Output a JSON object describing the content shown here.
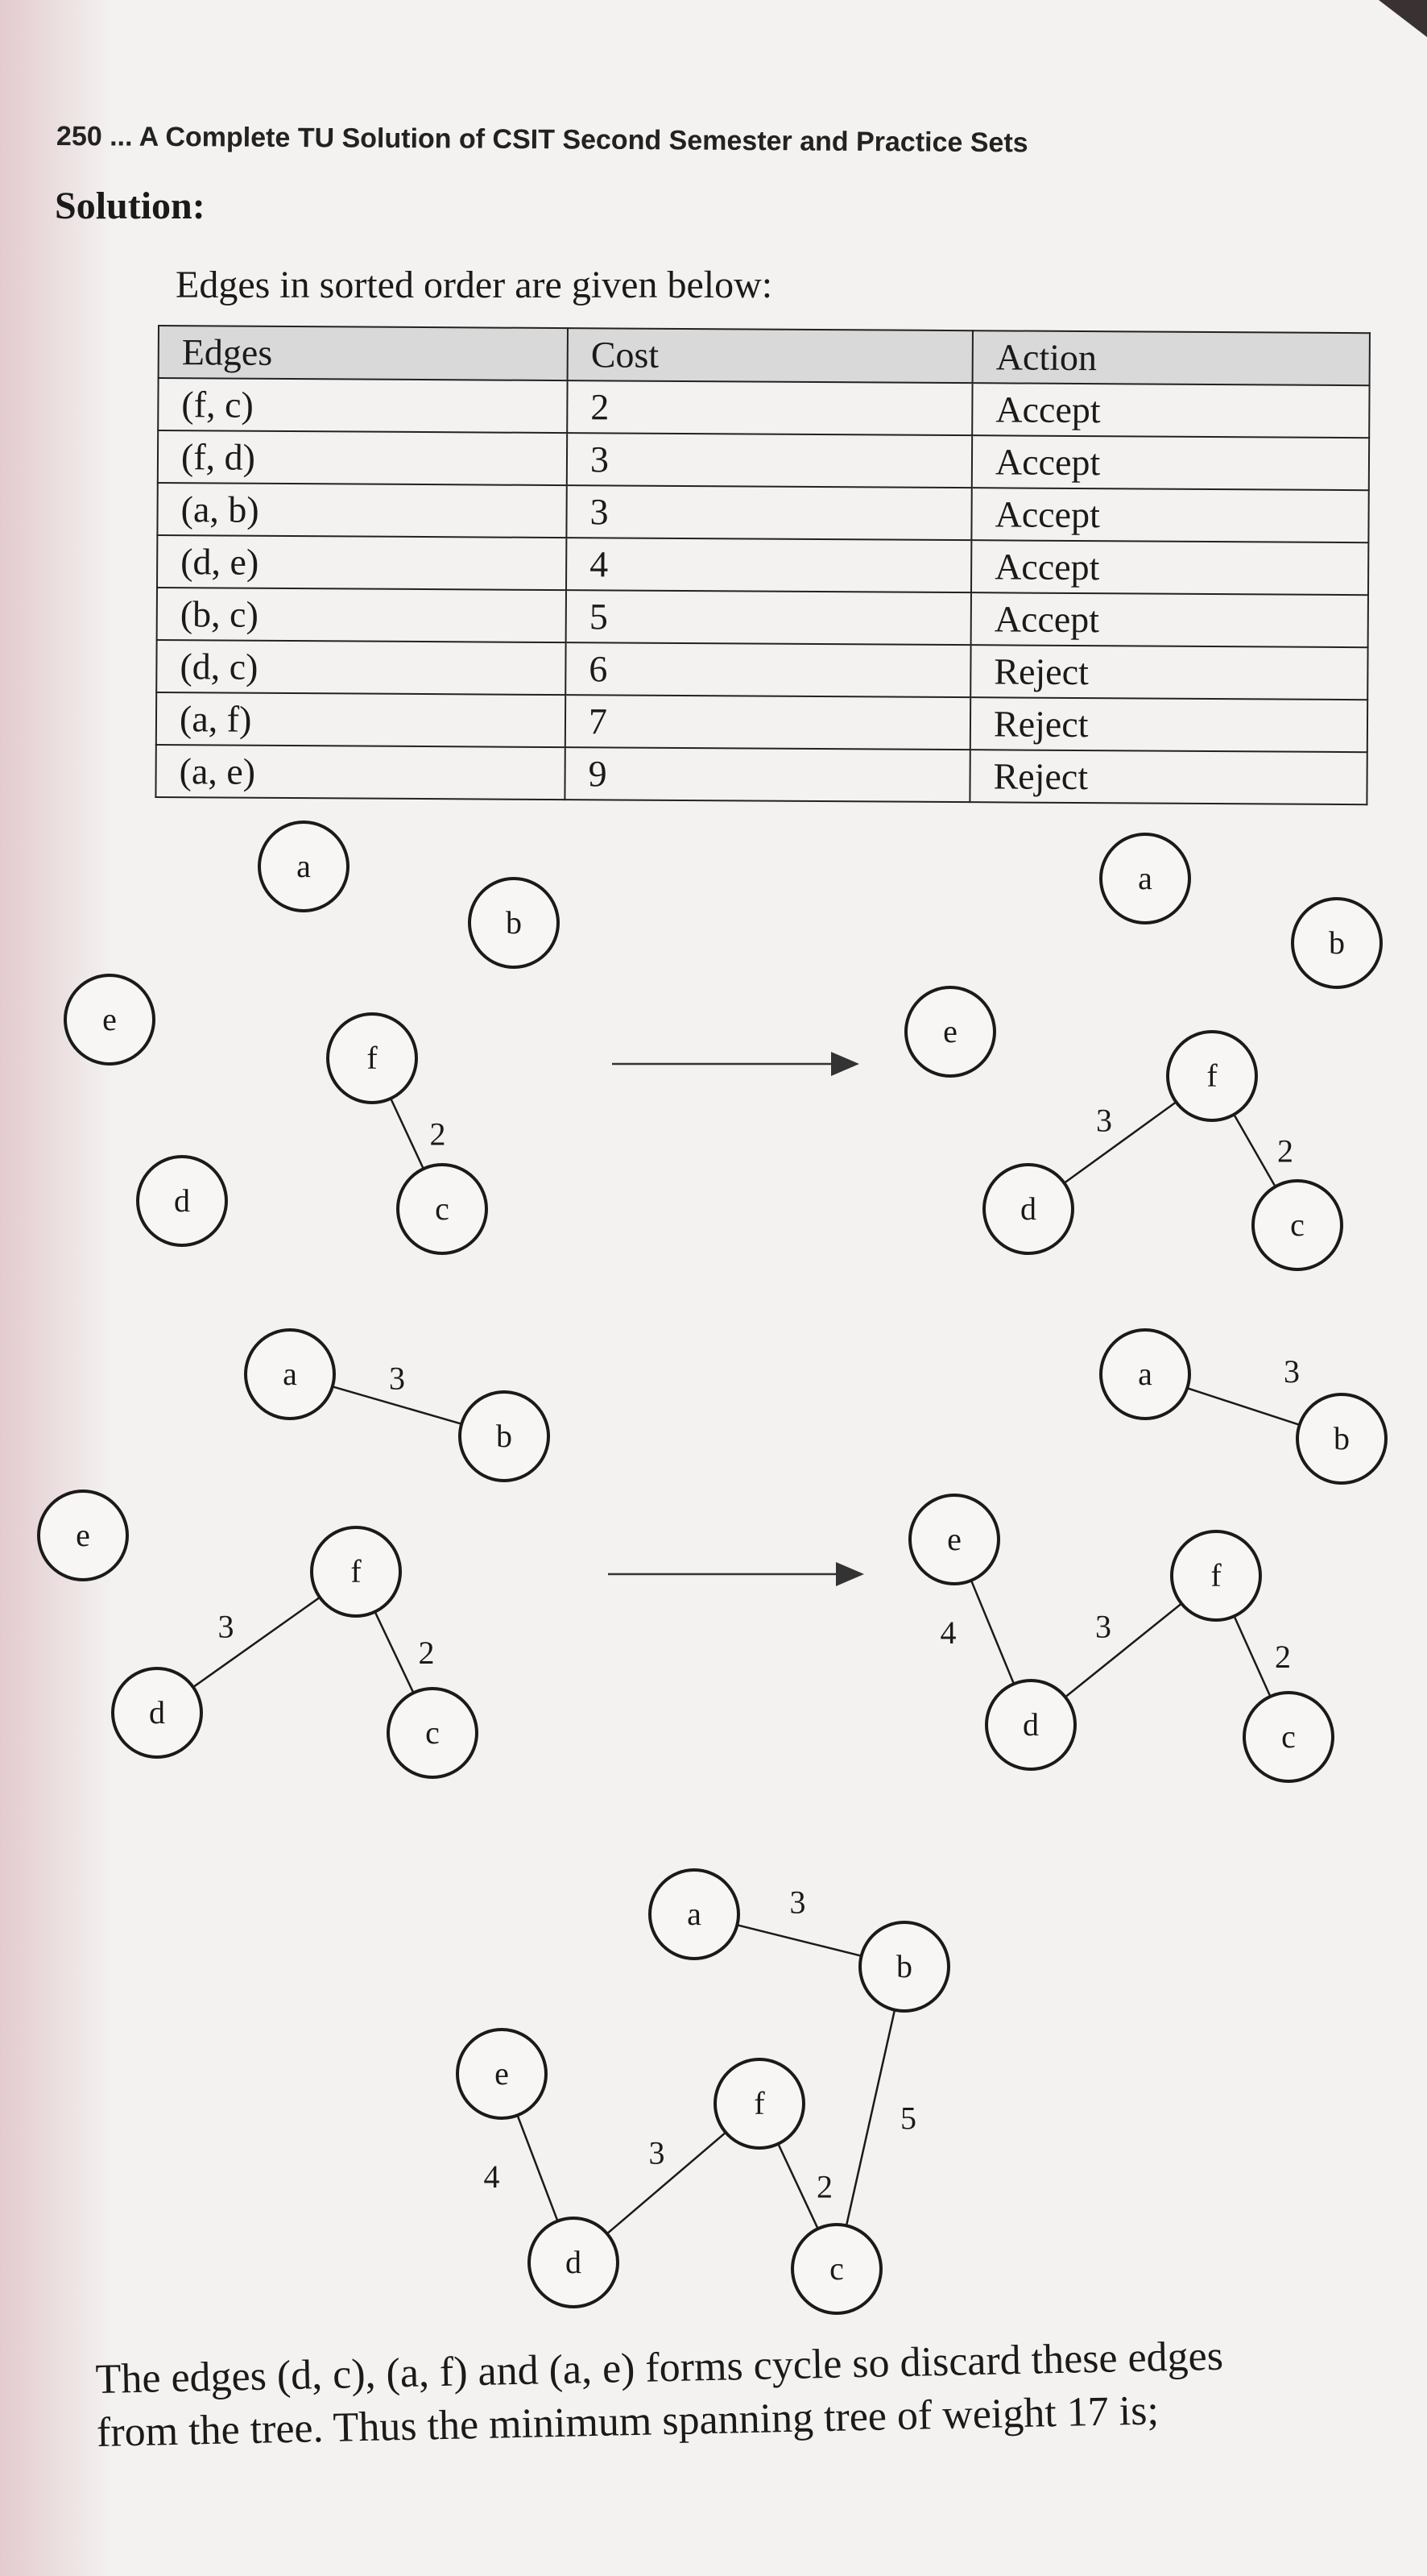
{
  "page": {
    "header": "250 ... A Complete TU Solution of CSIT Second Semester and Practice Sets",
    "solution_heading": "Solution:",
    "intro": "Edges in sorted order are given below:"
  },
  "table": {
    "headers": [
      "Edges",
      "Cost",
      "Action"
    ],
    "rows": [
      [
        "(f, c)",
        "2",
        "Accept"
      ],
      [
        "(f, d)",
        "3",
        "Accept"
      ],
      [
        "(a, b)",
        "3",
        "Accept"
      ],
      [
        "(d, e)",
        "4",
        "Accept"
      ],
      [
        "(b, c)",
        "5",
        "Accept"
      ],
      [
        "(d, c)",
        "6",
        "Reject"
      ],
      [
        "(a, f)",
        "7",
        "Reject"
      ],
      [
        "(a, e)",
        "9",
        "Reject"
      ]
    ]
  },
  "diagrams": [
    {
      "id": "step1a",
      "nodes": [
        "a",
        "b",
        "e",
        "f",
        "d",
        "c"
      ],
      "edges": [
        {
          "u": "f",
          "v": "c",
          "w": "2"
        }
      ]
    },
    {
      "id": "step1b",
      "nodes": [
        "a",
        "b",
        "e",
        "f",
        "d",
        "c"
      ],
      "edges": [
        {
          "u": "f",
          "v": "c",
          "w": "2"
        },
        {
          "u": "f",
          "v": "d",
          "w": "3"
        }
      ]
    },
    {
      "id": "step2a",
      "nodes": [
        "a",
        "b",
        "e",
        "f",
        "d",
        "c"
      ],
      "edges": [
        {
          "u": "a",
          "v": "b",
          "w": "3"
        },
        {
          "u": "f",
          "v": "d",
          "w": "3"
        },
        {
          "u": "f",
          "v": "c",
          "w": "2"
        }
      ]
    },
    {
      "id": "step2b",
      "nodes": [
        "a",
        "b",
        "e",
        "f",
        "d",
        "c"
      ],
      "edges": [
        {
          "u": "a",
          "v": "b",
          "w": "3"
        },
        {
          "u": "e",
          "v": "d",
          "w": "4"
        },
        {
          "u": "f",
          "v": "d",
          "w": "3"
        },
        {
          "u": "f",
          "v": "c",
          "w": "2"
        }
      ]
    },
    {
      "id": "final",
      "nodes": [
        "a",
        "b",
        "e",
        "f",
        "d",
        "c"
      ],
      "edges": [
        {
          "u": "a",
          "v": "b",
          "w": "3"
        },
        {
          "u": "e",
          "v": "d",
          "w": "4"
        },
        {
          "u": "d",
          "v": "f",
          "w": "3"
        },
        {
          "u": "f",
          "v": "c",
          "w": "2"
        },
        {
          "u": "b",
          "v": "c",
          "w": "5"
        }
      ]
    }
  ],
  "conclusion": {
    "line1": "The edges (d, c), (a, f) and (a, e) forms cycle so discard these edges",
    "line2": "from the tree. Thus the minimum spanning tree of weight 17 is;"
  }
}
